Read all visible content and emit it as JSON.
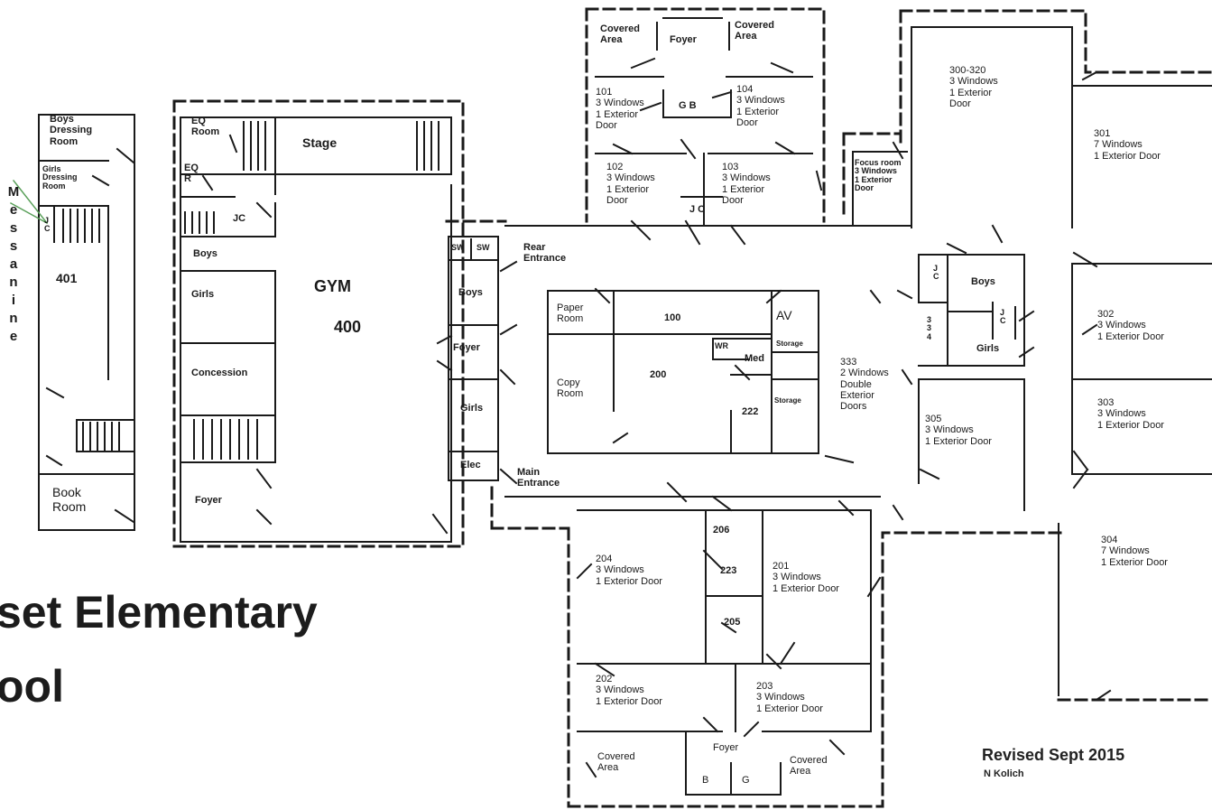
{
  "plan": {
    "title_line1": "set Elementary",
    "title_line2": "ool",
    "revised": "Revised Sept 2015",
    "author": "N Kolich",
    "mezzanine_letters": [
      "M",
      "e",
      "s",
      "s",
      "a",
      "n",
      "i",
      "n",
      "e"
    ]
  },
  "rooms": {
    "boys_dressing": "Boys\nDressing\nRoom",
    "girls_dressing": "Girls\nDressing\nRoom",
    "jc_left": "J\nC",
    "r401": "401",
    "book_room": "Book\nRoom",
    "eq_room": "EQ\nRoom",
    "eq_r": "EQ\nR",
    "stage": "Stage",
    "jc_gym": "JC",
    "boys_gym": "Boys",
    "girls_gym": "Girls",
    "gym": "GYM",
    "r400": "400",
    "concession": "Concession",
    "foyer_gym": "Foyer",
    "covered_tl": "Covered\nArea",
    "foyer_top": "Foyer",
    "covered_tr": "Covered\nArea",
    "r101": "101\n3 Windows\n1 Exterior\nDoor",
    "gb": "G B",
    "r104": "104\n3 Windows\n1 Exterior\nDoor",
    "r102": "102\n3 Windows\n1 Exterior\nDoor",
    "r103": "103\n3 Windows\n1 Exterior\nDoor",
    "jc_mid": "J C",
    "focus": "Focus room\n3 Windows\n1 Exterior\nDoor",
    "r300": "300-320\n3 Windows\n1 Exterior\nDoor",
    "r301": "301\n7 Windows\n1 Exterior Door",
    "sw1": "SW",
    "sw2": "SW",
    "rear_entrance": "Rear\nEntrance",
    "boys_mid": "Boys",
    "foyer_mid": "Foyer",
    "girls_mid": "Girls",
    "elec": "Elec",
    "main_entrance": "Main\nEntrance",
    "paper_room": "Paper\nRoom",
    "r100": "100",
    "av": "AV",
    "wr": "WR",
    "storage1": "Storage",
    "med": "Med",
    "storage2": "Storage",
    "r200": "200",
    "copy_room": "Copy\nRoom",
    "r222": "222",
    "r333": "333\n2 Windows\nDouble\nExterior\nDoors",
    "jc_right": "J\nC",
    "boys_right": "Boys",
    "r334": "3\n3\n4",
    "jc_right2": "J\nC",
    "girls_right": "Girls",
    "r305": "305\n3 Windows\n1 Exterior Door",
    "r302": "302\n3 Windows\n1 Exterior Door",
    "r303": "303\n3 Windows\n1 Exterior Door",
    "r304": "304\n7 Windows\n1 Exterior Door",
    "r206": "206",
    "r204": "204\n3 Windows\n1 Exterior Door",
    "r223": "223",
    "r201": "201\n3 Windows\n1 Exterior Door",
    "r205": "205",
    "r202": "202\n3 Windows\n1 Exterior Door",
    "r203": "203\n3 Windows\n1 Exterior Door",
    "foyer_bottom": "Foyer",
    "b_bottom": "B",
    "g_bottom": "G",
    "covered_bl": "Covered\nArea",
    "covered_br": "Covered\nArea"
  },
  "colors": {
    "ink": "#1a1a1a",
    "callout": "#5aa05a",
    "paper": "#ffffff"
  }
}
